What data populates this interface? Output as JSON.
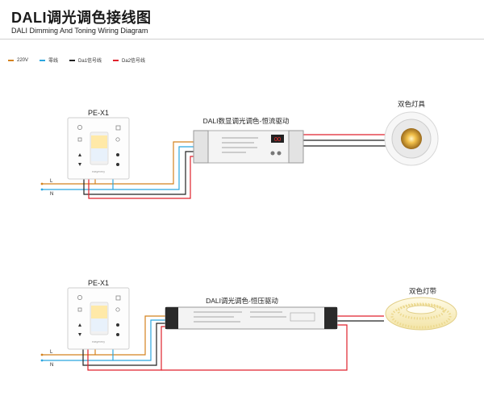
{
  "header": {
    "title": "DALI调光调色接线图",
    "subtitle": "DALI Dimming And Toning Wiring Diagram"
  },
  "legend": [
    {
      "label": "220V",
      "color": "#d4821e"
    },
    {
      "label": "零线",
      "color": "#2ba6df"
    },
    {
      "label": "Da1信号线",
      "color": "#222222"
    },
    {
      "label": "Da2信号线",
      "color": "#e0222c"
    }
  ],
  "diagram1": {
    "panel_label": "PE-X1",
    "driver_label": "DALI数显调光调色-恒流驱动",
    "load_label": "双色灯具",
    "line_label": "L",
    "neutral_label": "N",
    "display_value": "00"
  },
  "diagram2": {
    "panel_label": "PE-X1",
    "driver_label": "DALI调光调色-恒压驱动",
    "load_label": "双色灯带",
    "line_label": "L",
    "neutral_label": "N"
  },
  "panel": {
    "brand": "easymeny"
  },
  "colors": {
    "live": "#d4821e",
    "neutral": "#2ba6df",
    "da1": "#222222",
    "da2": "#e0222c"
  }
}
